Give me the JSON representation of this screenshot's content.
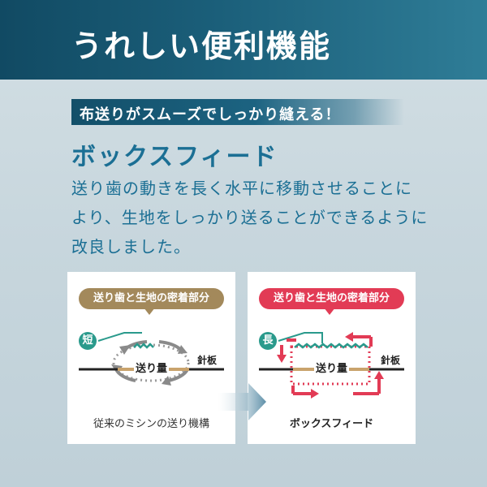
{
  "header": {
    "title": "うれしい便利機能"
  },
  "subheading": "布送りがスムーズでしっかり縫える！",
  "feature_title": "ボックスフィード",
  "description": "送り歯の動きを長く水平に移動させることにより、生地をしっかり送ることができるように改良しました。",
  "left_panel": {
    "pill_label": "送り歯と生地の密着部分",
    "badge": "短",
    "feed_label": "送り量",
    "plate_label": "針板",
    "caption": "従来のミシンの送り機構"
  },
  "right_panel": {
    "pill_label": "送り歯と生地の密着部分",
    "badge": "長",
    "feed_label": "送り量",
    "plate_label": "針板",
    "caption": "ボックスフィード"
  },
  "colors": {
    "header": "#114a63",
    "title_blue": "#1b6f94",
    "pill_brown": "#a3895b",
    "pill_red": "#e23b55",
    "badge_teal": "#2a9a8c",
    "arrow_gray": "#8a8a8a",
    "feed_tan": "#c9a36c"
  }
}
